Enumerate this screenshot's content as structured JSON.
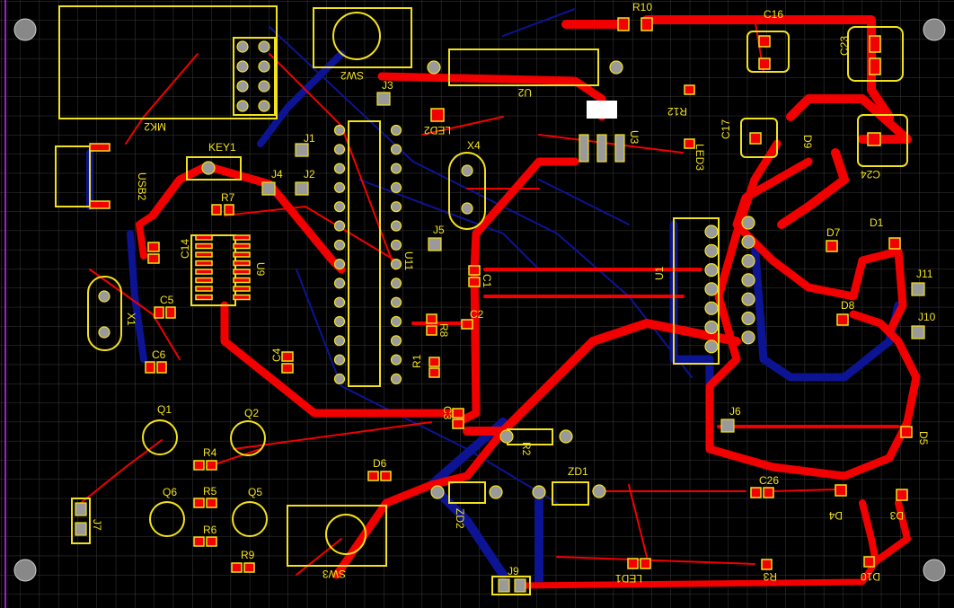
{
  "board": {
    "background_color": "#000000",
    "top_copper_color": "#f20000",
    "bottom_copper_color": "#0c1493",
    "silkscreen_color": "#f2e21b",
    "grid_color": "#3a3a3a"
  },
  "designators": {
    "MK2": "MK2",
    "SW2": "SW2",
    "U2": "U2",
    "J3": "J3",
    "LED2": "LED2",
    "R10": "R10",
    "C16": "C16",
    "C23": "C23",
    "R12": "R12",
    "U3": "U3",
    "C17": "C17",
    "LED3": "LED3",
    "D9": "D9",
    "C24": "C24",
    "KEY1": "KEY1",
    "J1": "J1",
    "J2": "J2",
    "J4": "J4",
    "USB2": "USB2",
    "R7": "R7",
    "C14": "C14",
    "U9": "U9",
    "U11": "U11",
    "X4": "X4",
    "J5": "J5",
    "U1": "U1",
    "D7": "D7",
    "D1": "D1",
    "J11": "J11",
    "J10": "J10",
    "C1": "C1",
    "X1": "X1",
    "C5": "C5",
    "C6": "C6",
    "C4": "C4",
    "R8": "R8",
    "C2": "C2",
    "D8": "D8",
    "R1": "R1",
    "C3": "C3",
    "J6": "J6",
    "Q1": "Q1",
    "Q2": "Q2",
    "R2": "R2",
    "D5": "D5",
    "R4": "R4",
    "D6": "D6",
    "ZD1": "ZD1",
    "C26": "C26",
    "R5": "R5",
    "Q6": "Q6",
    "Q5": "Q5",
    "ZD2": "ZD2",
    "D4": "D4",
    "D3": "D3",
    "J7": "J7",
    "R6": "R6",
    "SW3": "SW3",
    "R9": "R9",
    "J9": "J9",
    "LED1": "LED1",
    "R3": "R3",
    "D10": "D10"
  }
}
